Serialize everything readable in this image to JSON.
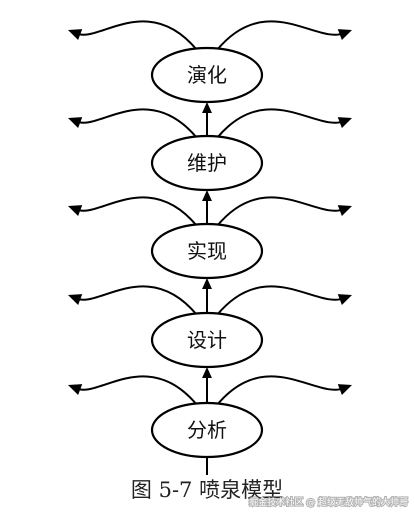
{
  "diagram": {
    "stages": [
      {
        "label": "演化"
      },
      {
        "label": "维护"
      },
      {
        "label": "实现"
      },
      {
        "label": "设计"
      },
      {
        "label": "分析"
      }
    ]
  },
  "caption": "图 5-7  喷泉模型",
  "watermark": "掘金技术社区 @ 超级无敌帅气的大帅哥"
}
